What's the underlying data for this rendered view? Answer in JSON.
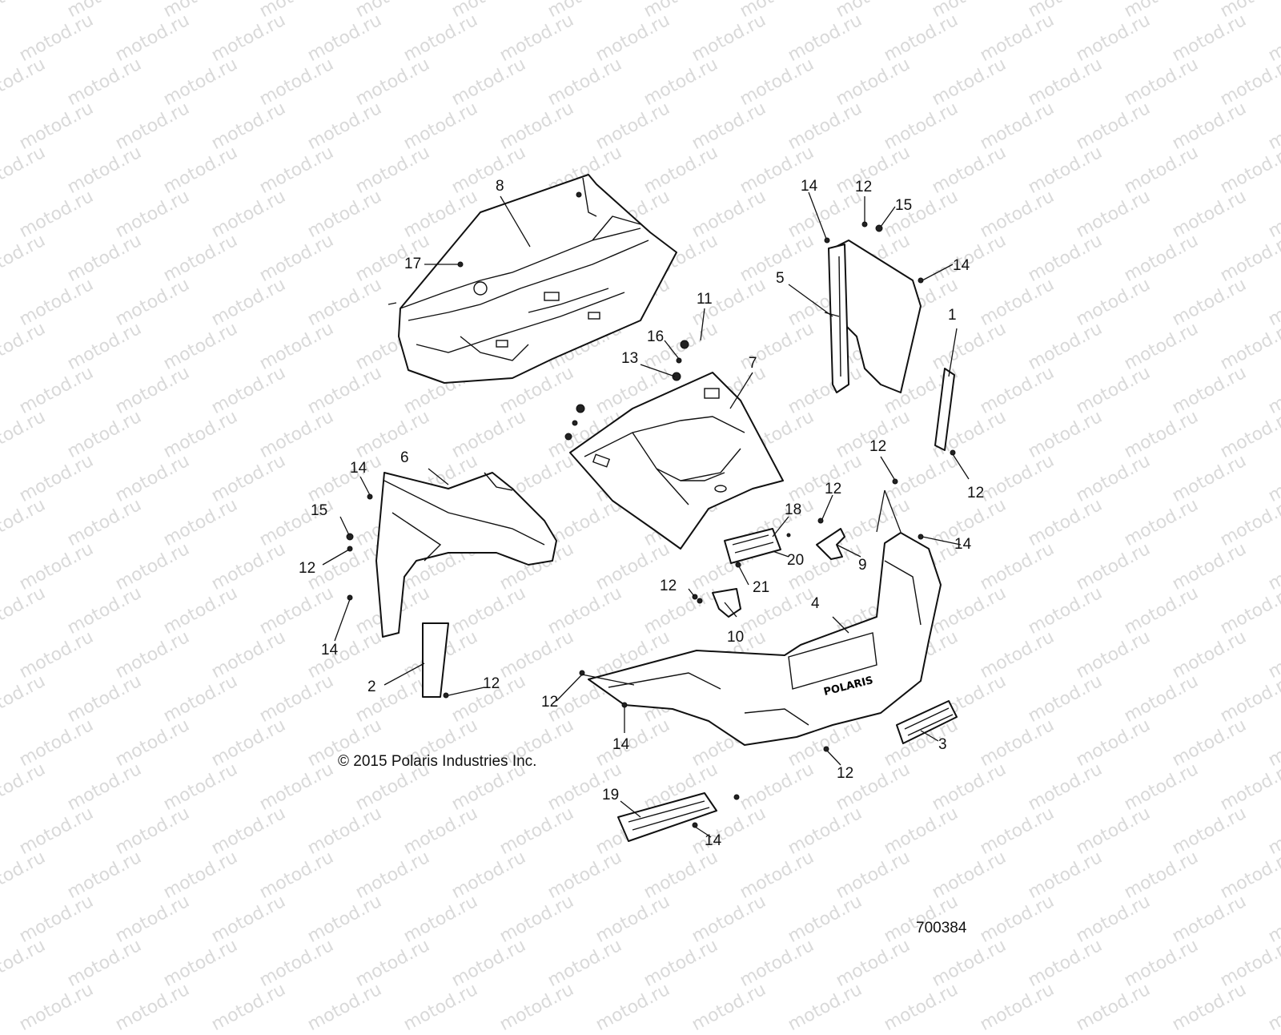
{
  "watermark": "motod.ru",
  "copyright": "© 2015 Polaris Industries Inc.",
  "document_number": "700384",
  "callouts": [
    {
      "id": "c1",
      "label": "1"
    },
    {
      "id": "c2",
      "label": "2"
    },
    {
      "id": "c3",
      "label": "3"
    },
    {
      "id": "c4",
      "label": "4"
    },
    {
      "id": "c5",
      "label": "5"
    },
    {
      "id": "c6",
      "label": "6"
    },
    {
      "id": "c7",
      "label": "7"
    },
    {
      "id": "c8",
      "label": "8"
    },
    {
      "id": "c9",
      "label": "9"
    },
    {
      "id": "c10",
      "label": "10"
    },
    {
      "id": "c11",
      "label": "11"
    },
    {
      "id": "c12a",
      "label": "12"
    },
    {
      "id": "c12b",
      "label": "12"
    },
    {
      "id": "c12c",
      "label": "12"
    },
    {
      "id": "c12d",
      "label": "12"
    },
    {
      "id": "c12e",
      "label": "12"
    },
    {
      "id": "c12f",
      "label": "12"
    },
    {
      "id": "c12g",
      "label": "12"
    },
    {
      "id": "c12h",
      "label": "12"
    },
    {
      "id": "c12i",
      "label": "12"
    },
    {
      "id": "c13",
      "label": "13"
    },
    {
      "id": "c14a",
      "label": "14"
    },
    {
      "id": "c14b",
      "label": "14"
    },
    {
      "id": "c14c",
      "label": "14"
    },
    {
      "id": "c14d",
      "label": "14"
    },
    {
      "id": "c14e",
      "label": "14"
    },
    {
      "id": "c14f",
      "label": "14"
    },
    {
      "id": "c14g",
      "label": "14"
    },
    {
      "id": "c15a",
      "label": "15"
    },
    {
      "id": "c15b",
      "label": "15"
    },
    {
      "id": "c16",
      "label": "16"
    },
    {
      "id": "c17",
      "label": "17"
    },
    {
      "id": "c18",
      "label": "18"
    },
    {
      "id": "c19",
      "label": "19"
    },
    {
      "id": "c20",
      "label": "20"
    },
    {
      "id": "c21",
      "label": "21"
    }
  ],
  "logo_text": "POLARIS"
}
